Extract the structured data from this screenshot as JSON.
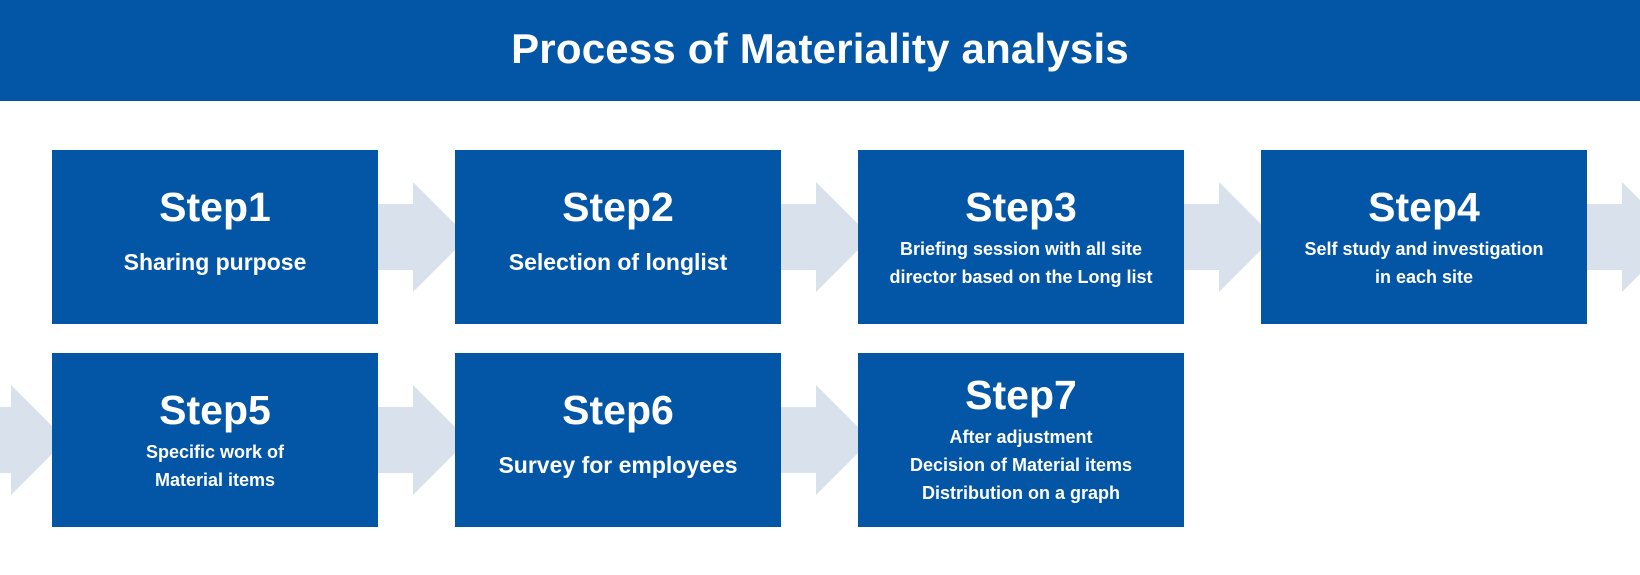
{
  "header": {
    "title": "Process of Materiality analysis"
  },
  "colors": {
    "primary_blue": "#0355a6",
    "arrow_light": "#d8e1ec",
    "text": "#ffffff"
  },
  "steps": [
    {
      "title": "Step1",
      "lines": [
        "Sharing purpose"
      ]
    },
    {
      "title": "Step2",
      "lines": [
        "Selection of longlist"
      ]
    },
    {
      "title": "Step3",
      "lines": [
        "Briefing session with all site",
        "director based on the Long list"
      ]
    },
    {
      "title": "Step4",
      "lines": [
        "Self study and investigation",
        "in each site"
      ]
    },
    {
      "title": "Step5",
      "lines": [
        "Specific work of",
        "Material items"
      ]
    },
    {
      "title": "Step6",
      "lines": [
        "Survey for employees"
      ]
    },
    {
      "title": "Step7",
      "lines": [
        "After adjustment",
        "Decision of Material items",
        "Distribution on a graph"
      ]
    }
  ]
}
